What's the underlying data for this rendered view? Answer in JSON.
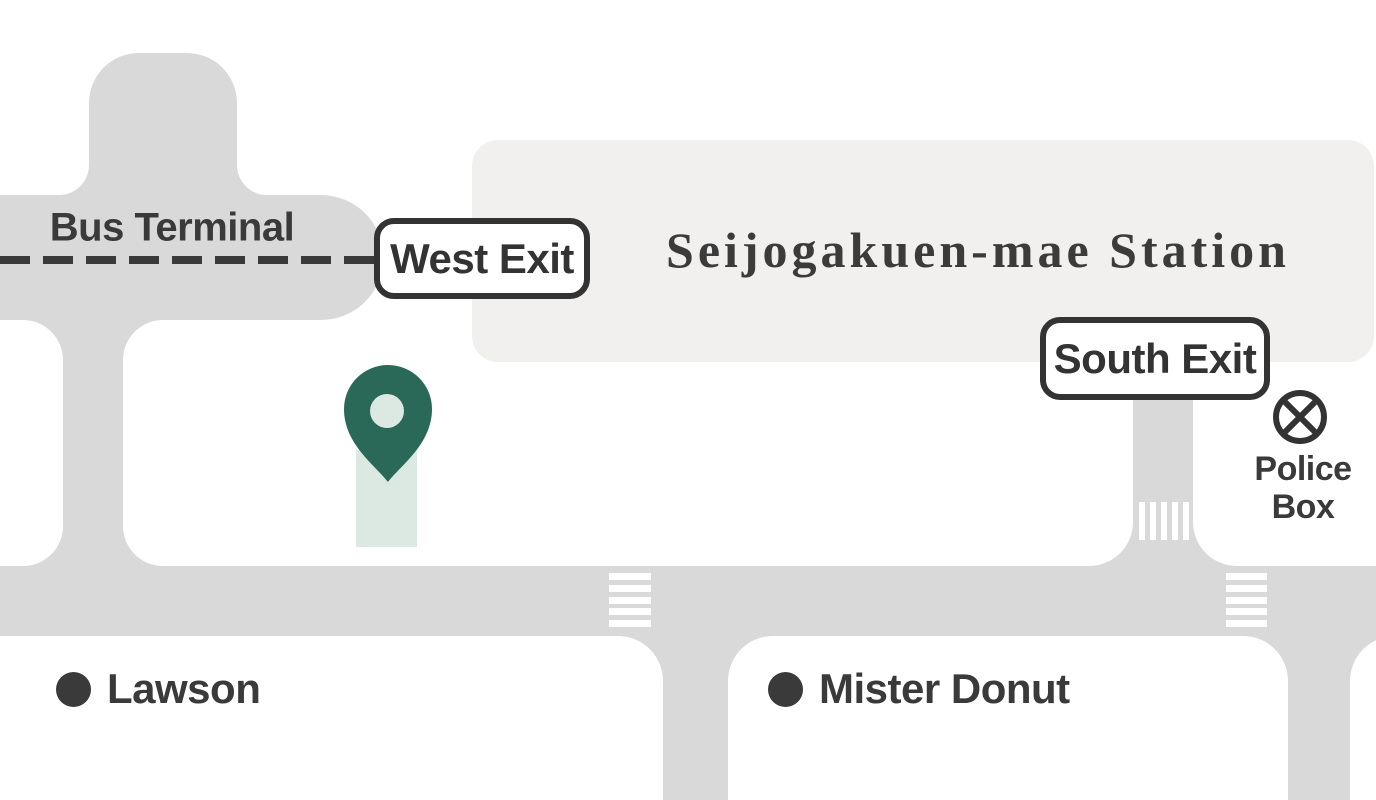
{
  "map": {
    "station": {
      "name": "Seijogakuen-mae Station"
    },
    "exits": {
      "west": "West Exit",
      "south": "South Exit"
    },
    "bus_terminal": {
      "label": "Bus Terminal"
    },
    "police_box": {
      "line1": "Police",
      "line2": "Box"
    },
    "landmarks": [
      {
        "label": "Lawson"
      },
      {
        "label": "Mister Donut"
      }
    ],
    "colors": {
      "road": "#d9d9d9",
      "station_block": "#f1f0ee",
      "ink": "#3a3a3a",
      "pin_green": "#2a6857",
      "pin_highlight": "#dce8e2",
      "crosswalk_white": "#ffffff"
    }
  }
}
